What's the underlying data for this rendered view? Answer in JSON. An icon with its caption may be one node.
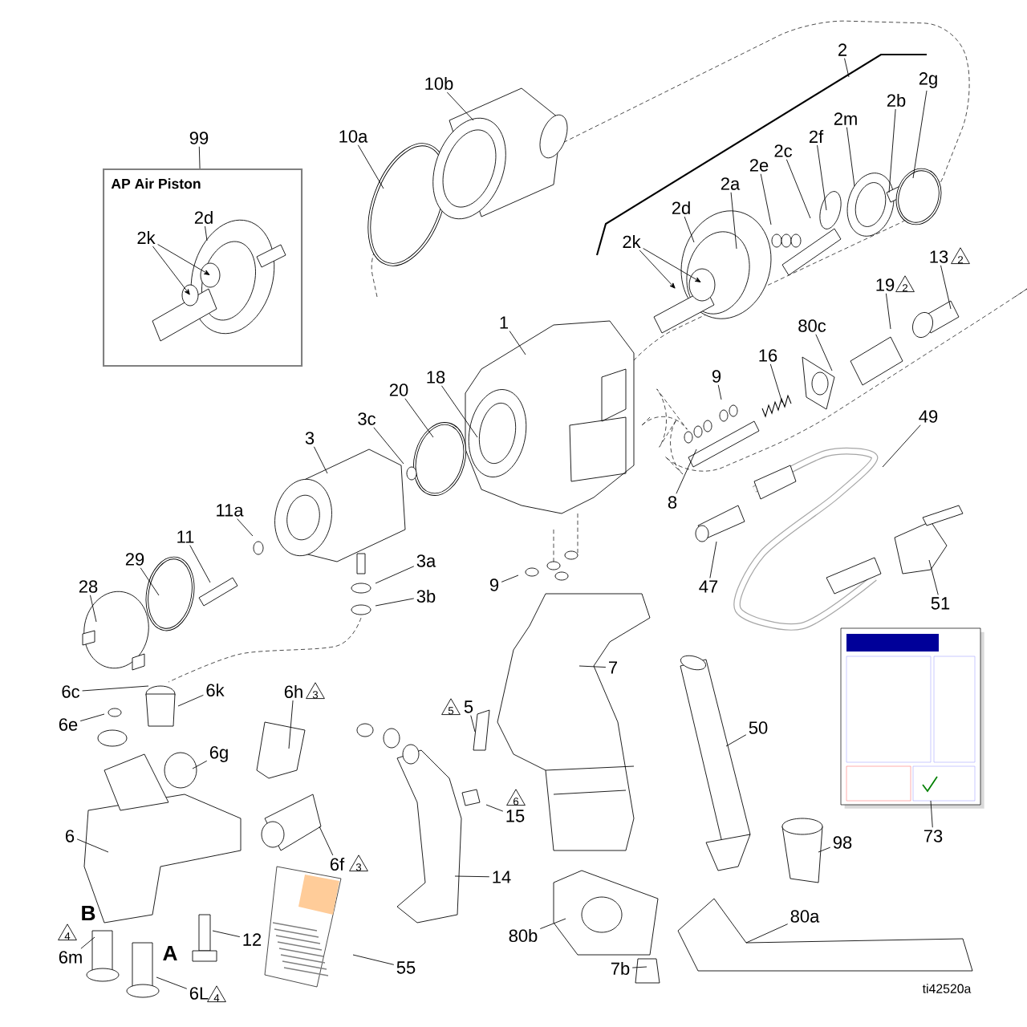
{
  "diagram": {
    "nodes": [
      {
        "text": [
          "99"
        ]
      },
      {
        "text": [
          "AP Air Piston"
        ]
      },
      {
        "text": [
          "2d"
        ],
        "in": 1
      },
      {
        "text": [
          "2k"
        ],
        "in": 1
      },
      {
        "text": [
          "10b"
        ]
      },
      {
        "text": [
          "10a"
        ]
      },
      {
        "text": [
          "2"
        ]
      },
      {
        "text": [
          "2g"
        ]
      },
      {
        "text": [
          "2b"
        ]
      },
      {
        "text": [
          "2m"
        ]
      },
      {
        "text": [
          "2f"
        ]
      },
      {
        "text": [
          "2c"
        ]
      },
      {
        "text": [
          "2e"
        ]
      },
      {
        "text": [
          "2a"
        ]
      },
      {
        "text": [
          "2d"
        ]
      },
      {
        "text": [
          "2k"
        ]
      },
      {
        "text": [
          "13"
        ]
      },
      {
        "text": [
          "2"
        ]
      },
      {
        "text": [
          "19"
        ]
      },
      {
        "text": [
          "2"
        ]
      },
      {
        "text": [
          "80c"
        ]
      },
      {
        "text": [
          "16"
        ]
      },
      {
        "text": [
          "9"
        ]
      },
      {
        "text": [
          "49"
        ]
      },
      {
        "text": [
          "8"
        ]
      },
      {
        "text": [
          "1"
        ]
      },
      {
        "text": [
          "18"
        ]
      },
      {
        "text": [
          "20"
        ]
      },
      {
        "text": [
          "3c"
        ]
      },
      {
        "text": [
          "3"
        ]
      },
      {
        "text": [
          "11a"
        ]
      },
      {
        "text": [
          "11"
        ]
      },
      {
        "text": [
          "29"
        ]
      },
      {
        "text": [
          "28"
        ]
      },
      {
        "text": [
          "3a"
        ]
      },
      {
        "text": [
          "3b"
        ]
      },
      {
        "text": [
          "9"
        ]
      },
      {
        "text": [
          "47"
        ]
      },
      {
        "text": [
          "51"
        ]
      },
      {
        "text": [
          "7"
        ]
      },
      {
        "text": [
          "6c"
        ]
      },
      {
        "text": [
          "6k"
        ]
      },
      {
        "text": [
          "6e"
        ]
      },
      {
        "text": [
          "6h"
        ]
      },
      {
        "text": [
          "3"
        ]
      },
      {
        "text": [
          "5"
        ]
      },
      {
        "text": [
          "5"
        ]
      },
      {
        "text": [
          "6g"
        ]
      },
      {
        "text": [
          "50"
        ]
      },
      {
        "text": [
          "6"
        ]
      },
      {
        "text": [
          "15"
        ]
      },
      {
        "text": [
          "6"
        ]
      },
      {
        "text": [
          "6f"
        ]
      },
      {
        "text": [
          "3"
        ]
      },
      {
        "text": [
          "98"
        ]
      },
      {
        "text": [
          "73"
        ]
      },
      {
        "text": [
          "14"
        ]
      },
      {
        "text": [
          "4"
        ]
      },
      {
        "text": [
          "6m"
        ]
      },
      {
        "text": [
          "12"
        ]
      },
      {
        "text": [
          "80a"
        ]
      },
      {
        "text": [
          "80b"
        ]
      },
      {
        "text": [
          "55"
        ]
      },
      {
        "text": [
          "7b"
        ]
      },
      {
        "text": [
          "6L"
        ]
      },
      {
        "text": [
          "4"
        ]
      }
    ],
    "edges": [
      {
        "from": 0,
        "to": 1,
        "arrow": "none"
      },
      {
        "from": 2,
        "to": null,
        "arrow": "none"
      },
      {
        "from": 3,
        "to": null,
        "arrow": "to"
      },
      {
        "from": 3,
        "to": null,
        "arrow": "to"
      },
      {
        "from": 4,
        "to": null,
        "arrow": "none"
      },
      {
        "from": 5,
        "to": null,
        "arrow": "none"
      },
      {
        "from": 6,
        "to": null,
        "arrow": "none"
      },
      {
        "from": 7,
        "to": null,
        "arrow": "none"
      },
      {
        "from": 8,
        "to": null,
        "arrow": "none"
      },
      {
        "from": 9,
        "to": null,
        "arrow": "none"
      },
      {
        "from": 10,
        "to": null,
        "arrow": "none"
      },
      {
        "from": 11,
        "to": null,
        "arrow": "none"
      },
      {
        "from": 12,
        "to": null,
        "arrow": "none"
      },
      {
        "from": 13,
        "to": null,
        "arrow": "none"
      },
      {
        "from": 14,
        "to": null,
        "arrow": "none"
      },
      {
        "from": 15,
        "to": null,
        "arrow": "to"
      },
      {
        "from": 15,
        "to": null,
        "arrow": "to"
      },
      {
        "from": 16,
        "to": null,
        "arrow": "none"
      },
      {
        "from": 18,
        "to": null,
        "arrow": "none"
      },
      {
        "from": 20,
        "to": null,
        "arrow": "none"
      },
      {
        "from": 21,
        "to": null,
        "arrow": "none"
      },
      {
        "from": 22,
        "to": null,
        "arrow": "none"
      },
      {
        "from": 23,
        "to": null,
        "arrow": "none"
      },
      {
        "from": 24,
        "to": null,
        "arrow": "none"
      },
      {
        "from": 25,
        "to": null,
        "arrow": "none"
      },
      {
        "from": 26,
        "to": null,
        "arrow": "none"
      },
      {
        "from": 27,
        "to": null,
        "arrow": "none"
      },
      {
        "from": 28,
        "to": null,
        "arrow": "none"
      },
      {
        "from": 29,
        "to": null,
        "arrow": "none"
      },
      {
        "from": 30,
        "to": null,
        "arrow": "none"
      },
      {
        "from": 31,
        "to": null,
        "arrow": "none"
      },
      {
        "from": 32,
        "to": null,
        "arrow": "none"
      },
      {
        "from": 33,
        "to": null,
        "arrow": "none"
      },
      {
        "from": 34,
        "to": null,
        "arrow": "none"
      },
      {
        "from": 35,
        "to": null,
        "arrow": "none"
      },
      {
        "from": 36,
        "to": null,
        "arrow": "none"
      },
      {
        "from": 37,
        "to": null,
        "arrow": "none"
      },
      {
        "from": 38,
        "to": null,
        "arrow": "none"
      },
      {
        "from": 39,
        "to": null,
        "arrow": "none"
      },
      {
        "from": 40,
        "to": null,
        "arrow": "none"
      },
      {
        "from": 41,
        "to": null,
        "arrow": "none"
      },
      {
        "from": 42,
        "to": null,
        "arrow": "none"
      },
      {
        "from": 43,
        "to": null,
        "arrow": "none"
      },
      {
        "from": 46,
        "to": null,
        "arrow": "none"
      },
      {
        "from": 47,
        "to": null,
        "arrow": "none"
      },
      {
        "from": 48,
        "to": null,
        "arrow": "none"
      },
      {
        "from": 50,
        "to": null,
        "arrow": "none"
      },
      {
        "from": 51,
        "to": null,
        "arrow": "none"
      },
      {
        "from": 52,
        "to": null,
        "arrow": "none"
      },
      {
        "from": 54,
        "to": null,
        "arrow": "none"
      },
      {
        "from": 55,
        "to": null,
        "arrow": "none"
      },
      {
        "from": 56,
        "to": null,
        "arrow": "none"
      },
      {
        "from": 58,
        "to": null,
        "arrow": "none"
      },
      {
        "from": 59,
        "to": null,
        "arrow": "none"
      },
      {
        "from": 60,
        "to": null,
        "arrow": "none"
      },
      {
        "from": 61,
        "to": null,
        "arrow": "none"
      },
      {
        "from": 62,
        "to": null,
        "arrow": "none"
      },
      {
        "from": 63,
        "to": null,
        "arrow": "none"
      },
      {
        "from": 64,
        "to": null,
        "arrow": "none"
      }
    ],
    "labels": [
      "B",
      "A",
      "ti42520a"
    ]
  }
}
